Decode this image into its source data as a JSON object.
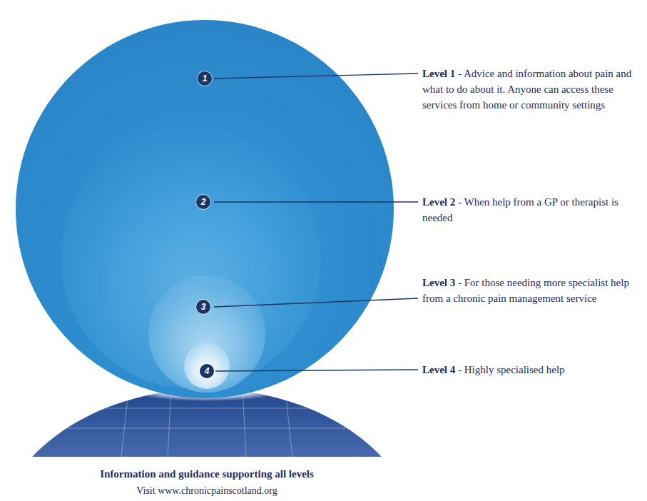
{
  "diagram": {
    "caption": "Information and guidance supporting all levels",
    "nodes": [
      {
        "text": [
          "1"
        ]
      },
      {
        "text": [
          "2"
        ],
        "in": 0
      },
      {
        "text": [
          "3"
        ],
        "in": 1
      },
      {
        "text": [
          "4"
        ],
        "in": 2
      }
    ],
    "labels": [
      "Level 1 - Advice and information about pain and what to do about it. Anyone can access these services from home or community settings",
      "Level 2 - When help from a GP or therapist is needed",
      "Level 3 - For those needing more specialist help from a chronic pain management service",
      "Level 4 - Highly specialised help",
      "Visit www.chronicpainscotland.org"
    ]
  }
}
